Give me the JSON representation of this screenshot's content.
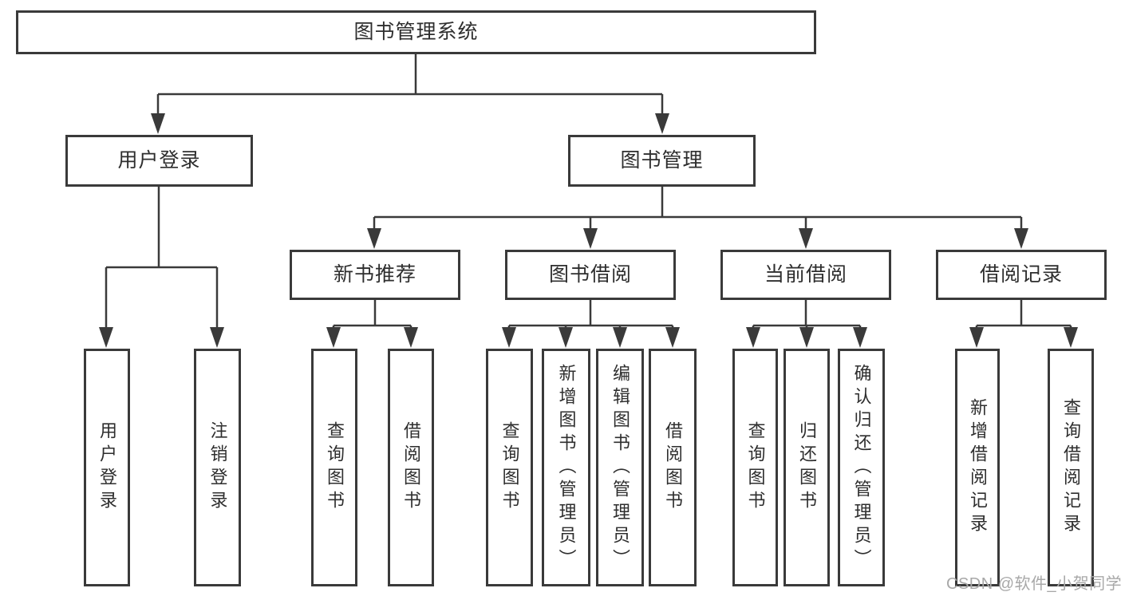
{
  "diagram": {
    "root": "图书管理系统",
    "user_branch": {
      "label": "用户登录",
      "leaves": [
        "用户登录",
        "注销登录"
      ]
    },
    "book_branch": {
      "label": "图书管理",
      "groups": [
        {
          "label": "新书推荐",
          "leaves": [
            "查询图书",
            "借阅图书"
          ]
        },
        {
          "label": "图书借阅",
          "leaves": [
            "查询图书",
            "新增图书（管理员）",
            "编辑图书（管理员）",
            "借阅图书"
          ]
        },
        {
          "label": "当前借阅",
          "leaves": [
            "查询图书",
            "归还图书",
            "确认归还（管理员）"
          ]
        },
        {
          "label": "借阅记录",
          "leaves": [
            "新增借阅记录",
            "查询借阅记录"
          ]
        }
      ]
    }
  },
  "watermark": "CSDN @软件_小贺同学",
  "colors": {
    "line": "#3a3a3a",
    "text": "#2e2e2e",
    "watermark": "#a8a8a8",
    "background": "#ffffff"
  }
}
